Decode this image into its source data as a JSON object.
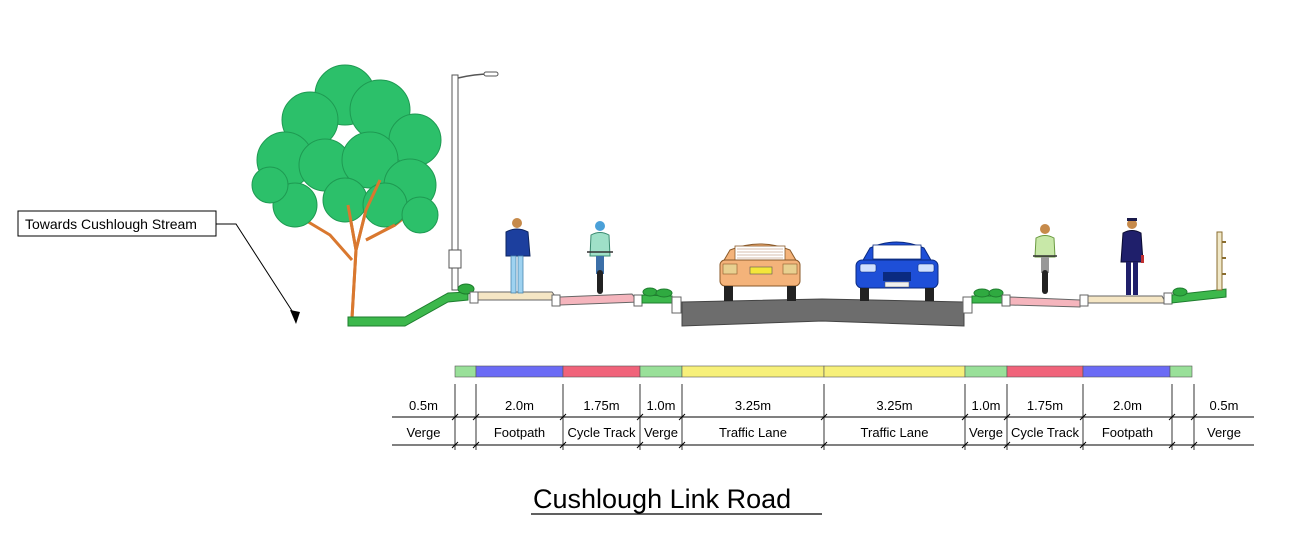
{
  "title": "Cushlough Link Road",
  "callout": "Towards Cushlough Stream",
  "colors": {
    "verge": "#99e099",
    "footpath": "#6b6bf5",
    "cycle_track": "#f0637a",
    "traffic_lane": "#f7f07a",
    "grass": "#3cb84c",
    "road": "#6d6d6d",
    "footpath_surface": "#f5e6c4",
    "cycle_surface": "#f5b5bd"
  },
  "segments": [
    {
      "width": "0.5m",
      "label": "Verge",
      "type": "verge"
    },
    {
      "width": "2.0m",
      "label": "Footpath",
      "type": "footpath"
    },
    {
      "width": "1.75m",
      "label": "Cycle Track",
      "type": "cycle_track"
    },
    {
      "width": "1.0m",
      "label": "Verge",
      "type": "verge"
    },
    {
      "width": "3.25m",
      "label": "Traffic Lane",
      "type": "traffic_lane"
    },
    {
      "width": "3.25m",
      "label": "Traffic Lane",
      "type": "traffic_lane"
    },
    {
      "width": "1.0m",
      "label": "Verge",
      "type": "verge"
    },
    {
      "width": "1.75m",
      "label": "Cycle Track",
      "type": "cycle_track"
    },
    {
      "width": "2.0m",
      "label": "Footpath",
      "type": "footpath"
    },
    {
      "width": "0.5m",
      "label": "Verge",
      "type": "verge"
    }
  ]
}
